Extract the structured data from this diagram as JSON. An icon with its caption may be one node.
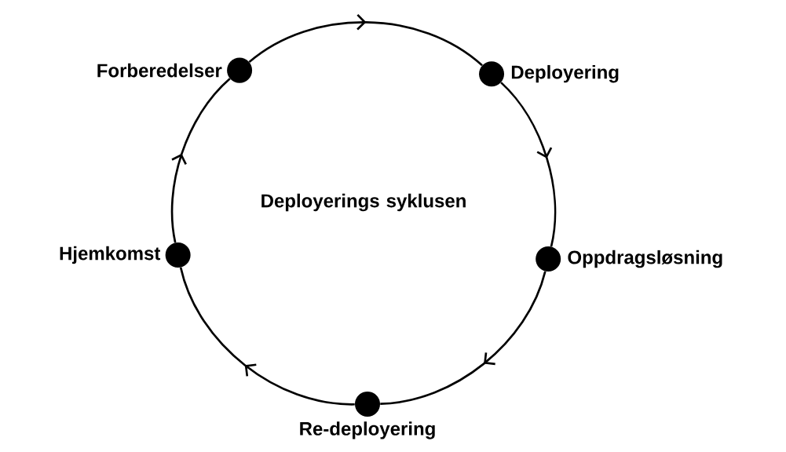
{
  "diagram": {
    "nodes": [
      {
        "text": [
          "Forberedelser"
        ]
      },
      {
        "text": [
          "Deployering"
        ]
      },
      {
        "text": [
          "Oppdragsløsning"
        ]
      },
      {
        "text": [
          "Re-deployering"
        ]
      },
      {
        "text": [
          "Hjemkomst"
        ]
      }
    ],
    "edges": [
      {
        "from": 0,
        "to": 1,
        "arrow": "to"
      },
      {
        "from": 1,
        "to": 2,
        "arrow": "to"
      },
      {
        "from": 2,
        "to": 3,
        "arrow": "to"
      },
      {
        "from": 3,
        "to": 4,
        "arrow": "to"
      },
      {
        "from": 4,
        "to": 0,
        "arrow": "to"
      }
    ],
    "labels": [
      "Deployerings syklusen"
    ]
  }
}
